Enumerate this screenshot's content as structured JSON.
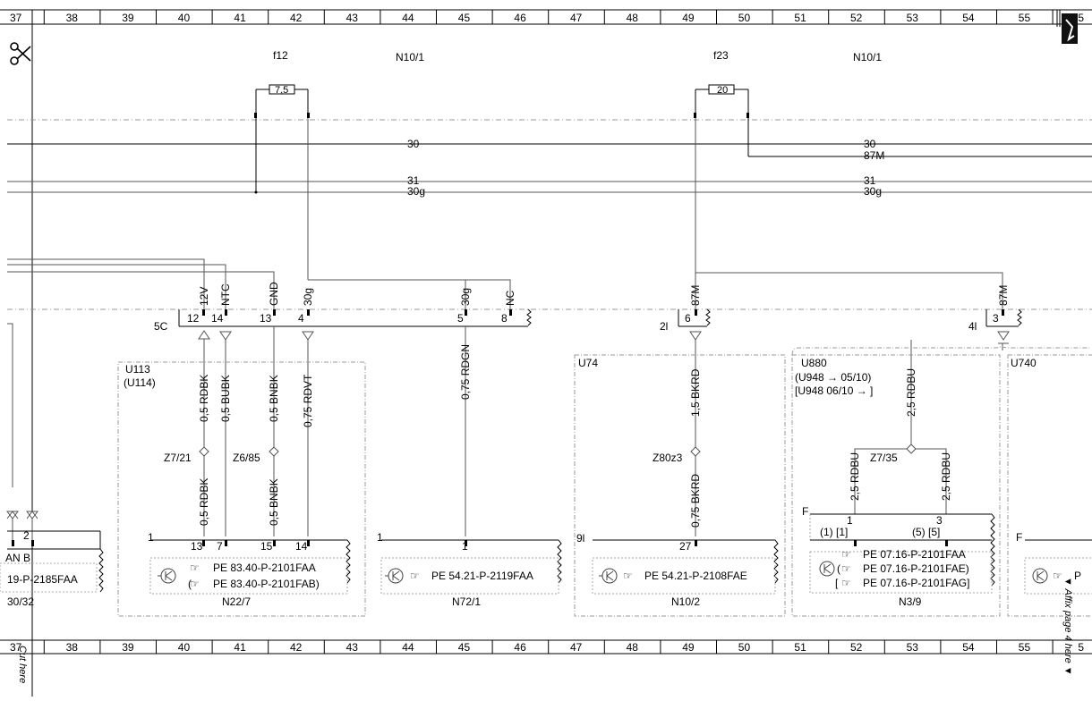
{
  "ruler": {
    "numbers": [
      "37",
      "38",
      "39",
      "40",
      "41",
      "42",
      "43",
      "44",
      "45",
      "46",
      "47",
      "48",
      "49",
      "50",
      "51",
      "52",
      "53",
      "54",
      "55",
      "5"
    ]
  },
  "labels": {
    "fuse_left": "f12",
    "fuse_left_value": "7,5",
    "fuse_right": "f23",
    "fuse_right_value": "20",
    "n10_1_a": "N10/1",
    "n10_1_b": "N10/1",
    "bus_30_a": "30",
    "bus_31_a": "31",
    "bus_30g_a": "30g",
    "bus_30_b": "30",
    "bus_87m_b": "87M",
    "bus_31_b": "31",
    "bus_30g_b": "30g",
    "conn_5c": "5C",
    "conn_2l": "2l",
    "conn_4l": "4l",
    "conn_9l": "9l",
    "pin_12": "12",
    "pin_14": "14",
    "pin_13": "13",
    "pin_4": "4",
    "pin_5": "5",
    "pin_8": "8",
    "pin_6": "6",
    "pin_3": "3",
    "sig_12v": "12V",
    "sig_ntc": "NTC",
    "sig_gnd": "GND",
    "sig_30g_a": "30g",
    "sig_30g_b": "30g",
    "sig_nc": "NC",
    "sig_87m_a": "87M",
    "sig_87m_b": "87M",
    "u113": "U113",
    "u114": "(U114)",
    "u74": "U74",
    "u880": "U880",
    "u880_l2": "(U948 → 05/10)",
    "u880_l3": "[U948  06/10 → ]",
    "u740": "U740",
    "w_05rdbk": "0,5 RDBK",
    "w_05bubk": "0,5 BUBK",
    "w_05bnbk": "0,5 BNBK",
    "w_075rdvt": "0,75 RDVT",
    "w_075rdgn": "0,75 RDGN",
    "w_15bkrd": "1,5 BKRD",
    "w_25rdbu": "2,5 RDBU",
    "w_05rdbk_b": "0,5 RDBK",
    "w_05bnbk_b": "0,5 BNBK",
    "w_075bkrd": "0,75 BKRD",
    "w_25rdbu_l": "2,5 RDBU",
    "w_25rdbu_r": "2,5 RDBU",
    "z7_21": "Z7/21",
    "z6_85": "Z6/85",
    "z80z3": "Z80z3",
    "z7_35": "Z7/35",
    "c1_a": "1",
    "c1_b": "1",
    "cf_a": "F",
    "cf_b": "F",
    "p13": "13",
    "p7": "7",
    "p15": "15",
    "p14": "14",
    "p1": "1",
    "p27": "27",
    "p1b": "1",
    "p3b": "3",
    "p1br": "(1) [1]",
    "p5br": "(5) [5]",
    "pe_n22_1": "PE 83.40-P-2101FAA",
    "pe_n22_2": "PE 83.40-P-2101FAB)",
    "n22_7": "N22/7",
    "pe_n72": "PE 54.21-P-2119FAA",
    "n72_1": "N72/1",
    "pe_n10": "PE 54.21-P-2108FAE",
    "n10_2": "N10/2",
    "pe_n3_1": "PE 07.16-P-2101FAA",
    "pe_n3_2": "PE 07.16-P-2101FAE)",
    "pe_n3_3": "PE 07.16-P-2101FAG]",
    "n3_9": "N3/9",
    "pe_right": "P",
    "left_an": "AN B",
    "left_2": "2",
    "left_pe": "19-P-2185FAA",
    "left_3032": "30/32",
    "affix": "▼ Affix page 4 here ▼",
    "cut": "Cut here"
  }
}
